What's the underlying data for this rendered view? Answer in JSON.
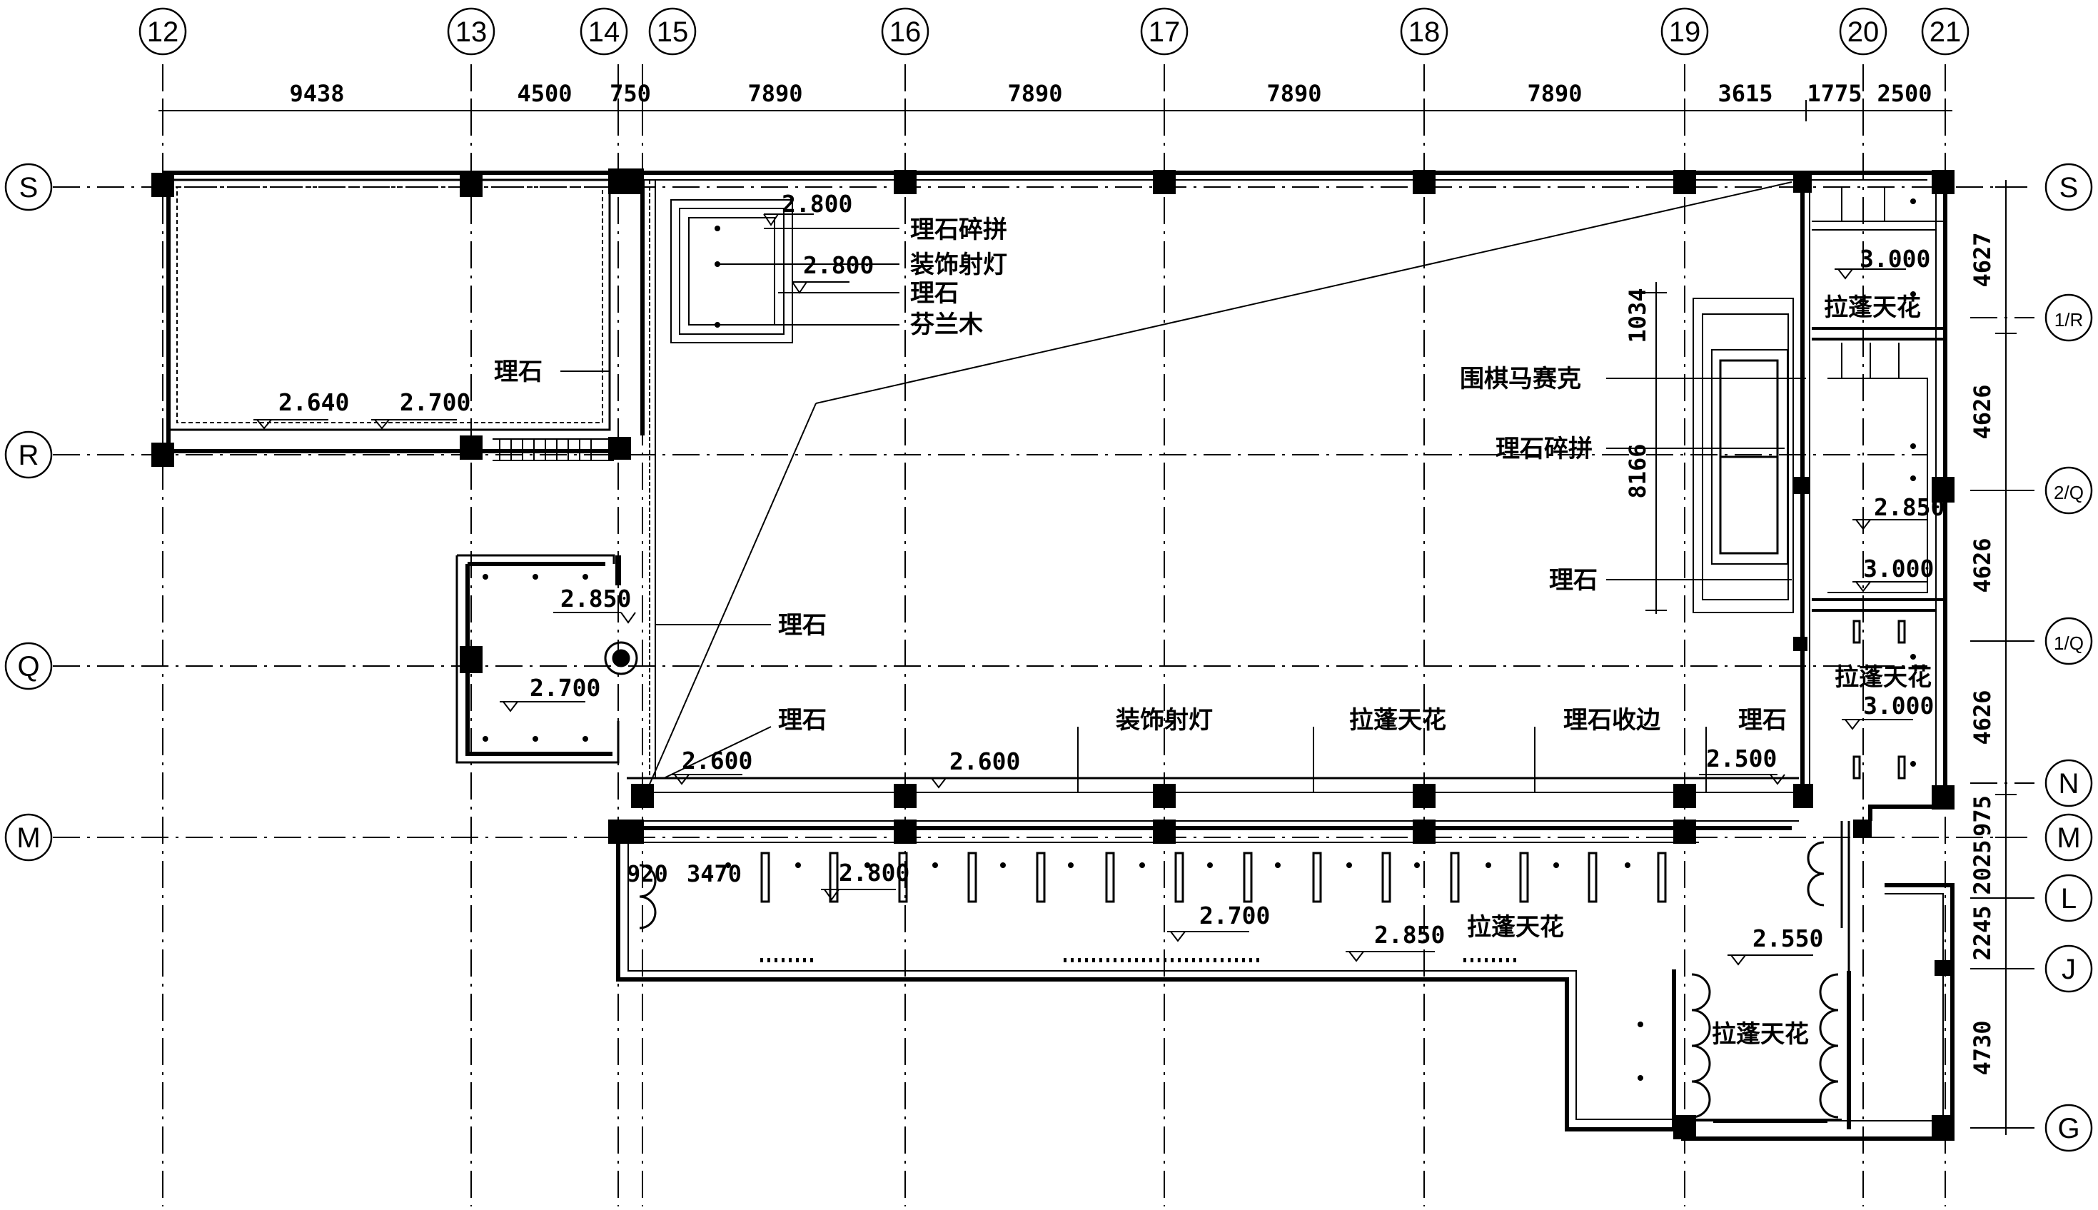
{
  "columns": [
    "12",
    "13",
    "14",
    "15",
    "16",
    "17",
    "18",
    "19",
    "20",
    "21"
  ],
  "rows": [
    "S",
    "1/R",
    "R",
    "2/Q",
    "Q",
    "1/Q",
    "N",
    "M",
    "L",
    "J",
    "G"
  ],
  "top_dimensions": [
    "9438",
    "4500",
    "750",
    "7890",
    "7890",
    "7890",
    "7890",
    "3615",
    "1775",
    "2500"
  ],
  "right_dimensions": [
    "4627",
    "4626",
    "4626",
    "4626",
    "975",
    "2025",
    "2245",
    "4730"
  ],
  "inner_dimensions": {
    "d1034": "1034",
    "d8166": "8166",
    "d920": "920",
    "d3470": "3470"
  },
  "levels": {
    "l2800a": "2.800",
    "l2800b": "2.800",
    "l2640": "2.640",
    "l2700a": "2.700",
    "l2850a": "2.850",
    "l2700b": "2.700",
    "l2600a": "2.600",
    "l2600b": "2.600",
    "l2500": "2.500",
    "l2800c": "2.800",
    "l2700c": "2.700",
    "l2850b": "2.850",
    "l2550": "2.550",
    "l3000a": "3.000",
    "l2850c": "2.850",
    "l3000b": "3.000",
    "l3000c": "3.000"
  },
  "labels": {
    "marble_mosaic_1": "理石碎拼",
    "decorative_spot_1": "装饰射灯",
    "marble_1": "理石",
    "finnish_wood": "芬兰木",
    "marble_2": "理石",
    "marble_3": "理石",
    "marble_4": "理石",
    "decorative_spot_2": "装饰射灯",
    "stretch_ceiling_1": "拉蓬天花",
    "marble_edge": "理石收边",
    "marble_5": "理石",
    "go_mosaic": "围棋马赛克",
    "marble_mosaic_2": "理石碎拼",
    "marble_6": "理石",
    "stretch_ceiling_2": "拉蓬天花",
    "stretch_ceiling_3": "拉蓬天花",
    "stretch_ceiling_4": "拉蓬天花",
    "stretch_ceiling_5": "拉蓬天花"
  }
}
